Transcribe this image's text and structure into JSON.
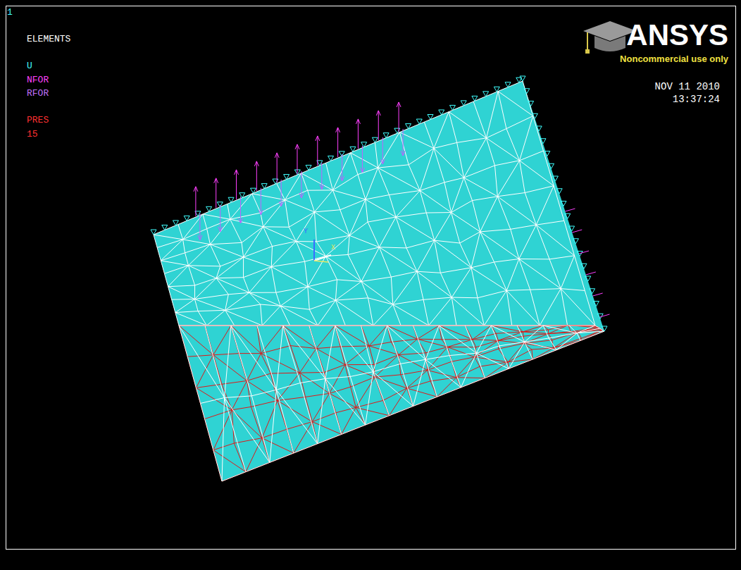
{
  "diagram": {
    "labels": [
      "1",
      "ELEMENTS",
      "U",
      "NFOR",
      "RFOR",
      "PRES",
      "15",
      "NOV 11 2010",
      "13:37:24",
      "ANSYS",
      "Noncommercial use only",
      "Y",
      "X"
    ]
  }
}
